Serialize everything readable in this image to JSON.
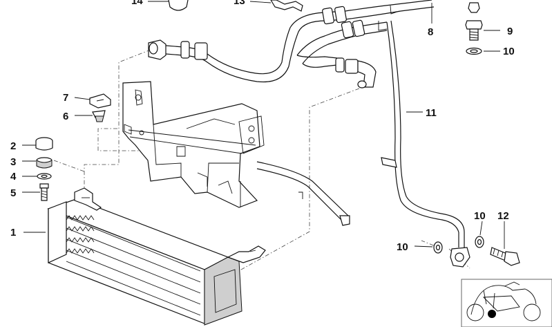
{
  "callouts": [
    {
      "id": "c1",
      "label": "1"
    },
    {
      "id": "c2",
      "label": "2"
    },
    {
      "id": "c3",
      "label": "3"
    },
    {
      "id": "c4",
      "label": "4"
    },
    {
      "id": "c5",
      "label": "5"
    },
    {
      "id": "c6",
      "label": "6"
    },
    {
      "id": "c7",
      "label": "7"
    },
    {
      "id": "c8",
      "label": "8"
    },
    {
      "id": "c9",
      "label": "9"
    },
    {
      "id": "c10a",
      "label": "10"
    },
    {
      "id": "c10b",
      "label": "10"
    },
    {
      "id": "c10c",
      "label": "10"
    },
    {
      "id": "c11",
      "label": "11"
    },
    {
      "id": "c12",
      "label": "12"
    },
    {
      "id": "c13",
      "label": "13"
    },
    {
      "id": "c14",
      "label": "14"
    }
  ],
  "thumbnail": {
    "marker_color": "#000000",
    "frame_color": "#666666"
  }
}
